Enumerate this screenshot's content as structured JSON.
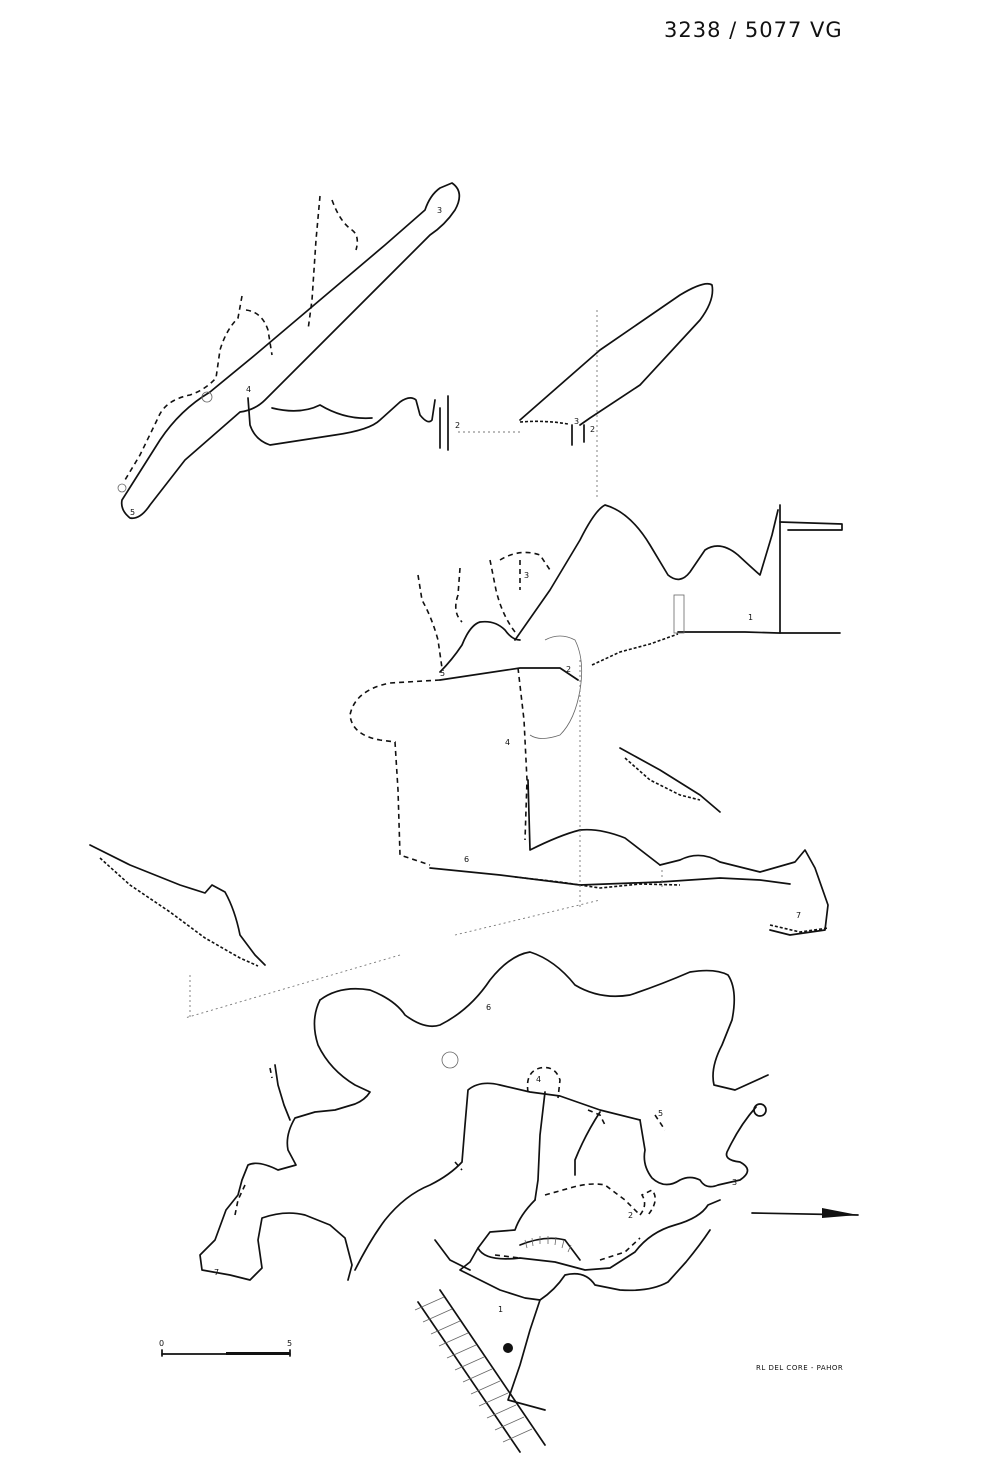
{
  "header": {
    "reference": "3238 / 5077 VG"
  },
  "credit": {
    "authors": "RL DEL CORE - PAHOR"
  },
  "scale_bar": {
    "start_label": "0",
    "end_label": "5"
  },
  "labels": {
    "p1": [
      "4",
      "3",
      "5",
      "2"
    ],
    "p2": [
      "2",
      "3"
    ],
    "sec": [
      "3",
      "1",
      "5",
      "2",
      "4",
      "6",
      "7"
    ],
    "plan": [
      "6",
      "4",
      "5",
      "3",
      "2",
      "7",
      "1"
    ]
  }
}
